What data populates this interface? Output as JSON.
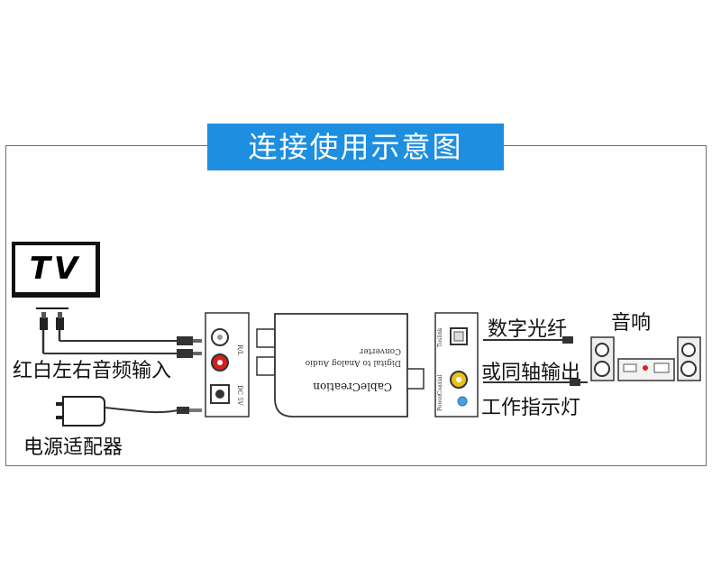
{
  "title": "连接使用示意图",
  "tv_label": "TV",
  "labels": {
    "rca_input": "红白左右音频输入",
    "power_adapter": "电源适配器",
    "optical": "数字光纤",
    "coaxial": "或同轴输出",
    "indicator": "工作指示灯",
    "speaker": "音响"
  },
  "device": {
    "brand": "CableCreation",
    "line1": "Digital to Analog Audio",
    "line2": "Converter",
    "left_port_rl": "R/L",
    "left_port_dc": "DC 5V",
    "right_port_optical": "Toslink",
    "right_port_coaxial": "Coaxial",
    "right_port_power": "Power"
  },
  "colors": {
    "title_bar": "#1e8fe0",
    "rca_red": "#d42020",
    "coax_yellow": "#e8c21a",
    "power_led": "#4a9fe0"
  }
}
